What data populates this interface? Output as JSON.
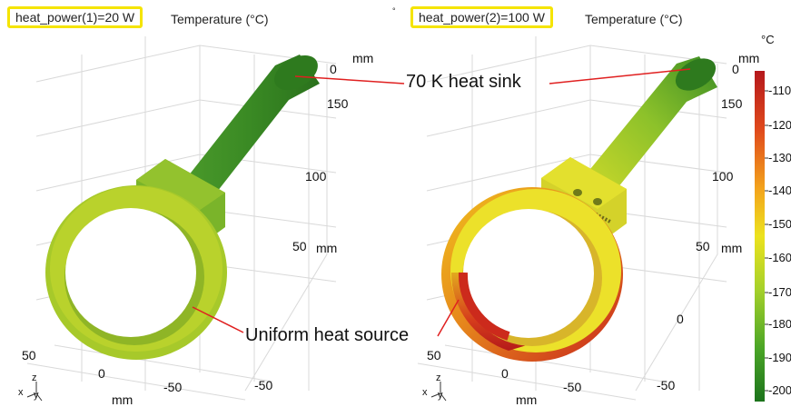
{
  "plots": [
    {
      "param_label": "heat_power(1)=20 W",
      "quantity_label": "Temperature (°C)",
      "axis": {
        "z_unit": "mm",
        "z_ticks": [
          "0",
          "150",
          "100",
          "50"
        ],
        "z_mm_label": "mm",
        "x_ticks": [
          "50",
          "0",
          "-50",
          "-50"
        ],
        "x_unit": "mm",
        "triad_x": "x",
        "triad_y": "y",
        "triad_z": "z"
      }
    },
    {
      "param_label": "heat_power(2)=100 W",
      "quantity_label": "Temperature (°C)",
      "axis": {
        "z_unit": "mm",
        "z_ticks": [
          "0",
          "150",
          "100",
          "50"
        ],
        "z_mm_label": "mm",
        "x_ticks": [
          "50",
          "0",
          "-50",
          "-50",
          "0"
        ],
        "x_unit": "mm",
        "triad_x": "x",
        "triad_y": "y",
        "triad_z": "z"
      }
    }
  ],
  "annotations": {
    "heat_sink": "70 K heat sink",
    "heat_source": "Uniform heat source"
  },
  "colorbar": {
    "unit": "°C",
    "ticks": [
      "-110",
      "-120",
      "-130",
      "-140",
      "-150",
      "-160",
      "-170",
      "-180",
      "-190",
      "-200"
    ],
    "colors": [
      "#c01e1e",
      "#e8541c",
      "#f5b81c",
      "#e9e31e",
      "#9ccf2a",
      "#3f9d26",
      "#1f7a1f"
    ]
  },
  "highlight_color": "#f5e400",
  "leader_color": "#e02020"
}
